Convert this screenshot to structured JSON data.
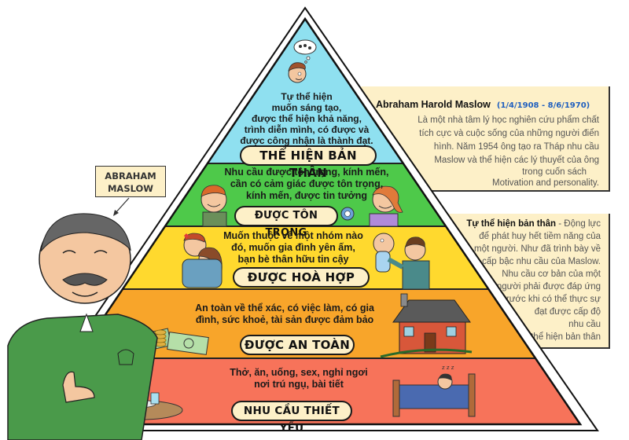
{
  "title": "Tháp nhu cầu Maslow",
  "colors": {
    "level_self_actualization": "#8fe0f0",
    "level_esteem": "#4ec94a",
    "level_belonging": "#ffd92e",
    "level_safety": "#f8a52a",
    "level_physiological": "#f7735a",
    "label_pill": "#fdf0c8",
    "info_box": "#fdf0c8",
    "dates": "#1f5fbf"
  },
  "levels": [
    {
      "id": "self-actualization",
      "description_lines": [
        "Tự thể hiện",
        "muốn sáng tạo,",
        "được thể hiện khả năng,",
        "trình diễn mình, có được và",
        "được công nhận là thành đạt."
      ],
      "label": "THỂ HIỆN BẢN THÂN"
    },
    {
      "id": "esteem",
      "description_lines": [
        "Nhu cầu được tôn trọng, kính mến,",
        "cần có cảm giác được tôn trọng,",
        "kính mến, được tin tưởng"
      ],
      "label": "ĐƯỢC TÔN TRỌNG"
    },
    {
      "id": "belonging",
      "description_lines": [
        "Muốn thuộc về một nhóm nào",
        "đó, muốn gia đình yên ấm,",
        "bạn bè thân hữu tin cậy"
      ],
      "label": "ĐƯỢC HOÀ HỢP"
    },
    {
      "id": "safety",
      "description_lines": [
        "An toàn về thể xác, có việc làm, có gia",
        "đình, sức khoẻ, tài sản được đảm bảo"
      ],
      "label": "ĐƯỢC AN TOÀN"
    },
    {
      "id": "physiological",
      "description_lines": [
        "Thở, ăn, uống, sex, nghỉ ngơi",
        "nơi trú ngụ, bài tiết"
      ],
      "label": "NHU CẦU THIẾT YẾU"
    }
  ],
  "name_tag": {
    "line1": "ABRAHAM",
    "line2": "MASLOW"
  },
  "bio": {
    "name": "Abraham Harold Maslow",
    "dates": "(1/4/1908 - 8/6/1970)",
    "lines": [
      "Là một nhà tâm lý học nghiên cứu phẩm chất",
      "tích cực và cuộc sống của những người điển",
      "hình. Năm 1954 ông tạo ra Tháp nhu cầu",
      "Maslow và thể hiện các lý thuyết của ông",
      "trong cuốn sách",
      "Motivation and personality."
    ]
  },
  "note": {
    "term": "Tự thể hiện bản thân",
    "lead": " - Động lực",
    "lines": [
      "để phát huy hết tiềm năng của",
      "một người. Như đã trình bày về",
      "cấp bậc nhu cầu của Maslow.",
      "Nhu cầu cơ bản của một",
      "người phải được đáp ứng",
      "trước khi có thể thực sự",
      "đạt được cấp độ",
      "nhu cầu",
      "tự thể hiện bản thân"
    ]
  },
  "illustrations": [
    "thinking-boy",
    "boy-with-thumb",
    "girl-with-medal",
    "hugging-couple",
    "father-with-baby",
    "money-and-coins",
    "brick-house",
    "boy-eating",
    "sleeping-boy",
    "maslow-character"
  ]
}
